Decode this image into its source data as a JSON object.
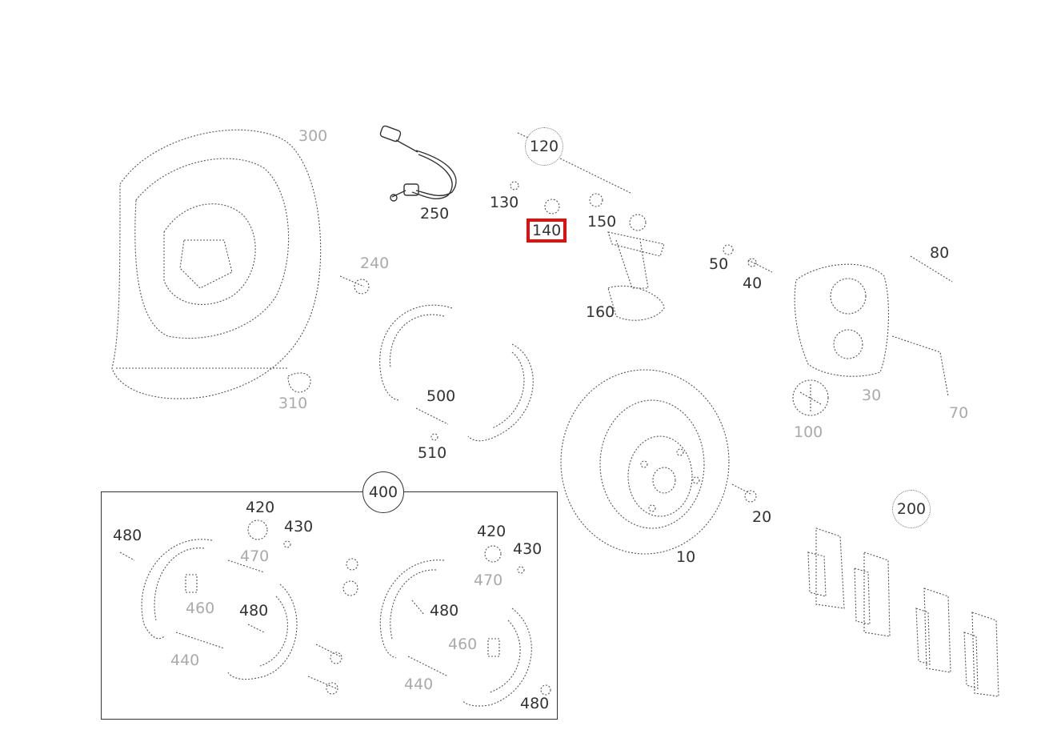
{
  "selected_callout": "140",
  "colors": {
    "highlight": "#e01010",
    "line": "#555555"
  },
  "callouts": {
    "p120": "120",
    "p130": "130",
    "p140": "140",
    "p150": "150",
    "p160": "160",
    "p250": "250",
    "p240": "240",
    "p300": "300",
    "p310": "310",
    "p500": "500",
    "p510": "510",
    "p50": "50",
    "p40": "40",
    "p80": "80",
    "p30": "30",
    "p70": "70",
    "p100": "100",
    "p20": "20",
    "p10": "10",
    "p200": "200",
    "p400": "400",
    "i420a": "420",
    "i430a": "430",
    "i480a": "480",
    "i470a": "470",
    "i460a": "460",
    "i480b": "480",
    "i440a": "440",
    "i420b": "420",
    "i430b": "430",
    "i470b": "470",
    "i480c": "480",
    "i460b": "460",
    "i440b": "440",
    "i480d": "480"
  }
}
